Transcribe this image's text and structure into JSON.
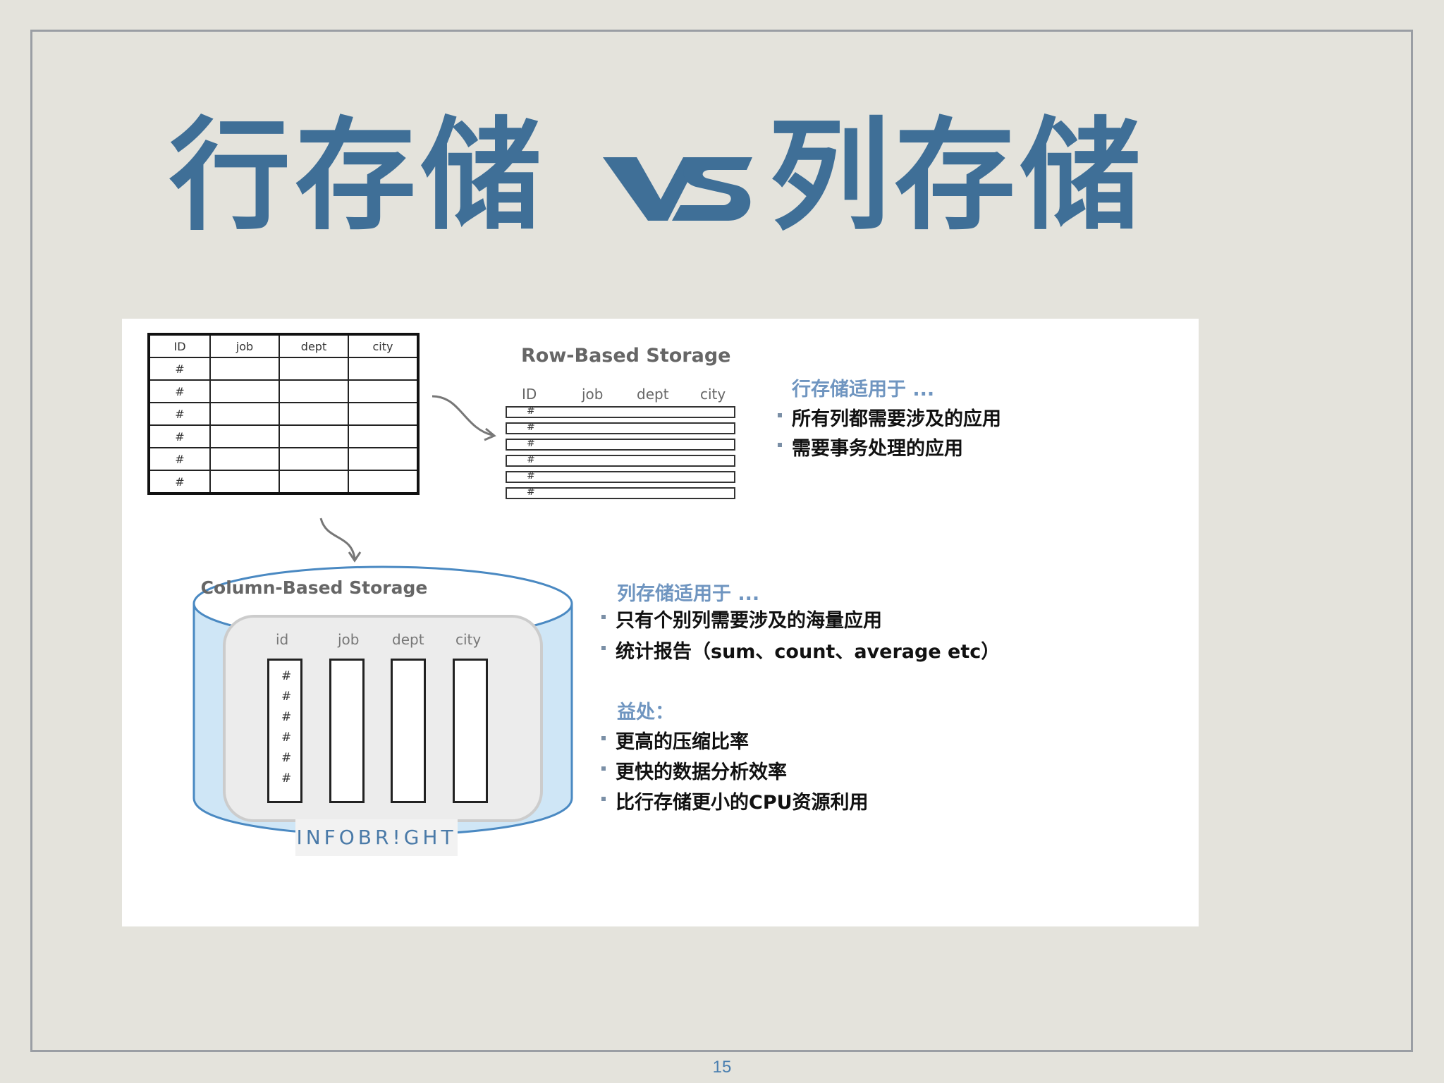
{
  "slide": {
    "title_left": "行存储",
    "title_right": "列存储",
    "vs_logo": "vs-logo",
    "page_number": "15"
  },
  "row_table": {
    "headers": [
      "ID",
      "job",
      "dept",
      "city"
    ],
    "rows": [
      "#",
      "#",
      "#",
      "#",
      "#",
      "#"
    ]
  },
  "row_based": {
    "title": "Row-Based Storage",
    "headers": [
      "ID",
      "job",
      "dept",
      "city"
    ],
    "rows": [
      "#",
      "#",
      "#",
      "#",
      "#",
      "#"
    ]
  },
  "row_notes": {
    "heading": "行存储适用于 ...",
    "items": [
      "所有列都需要涉及的应用",
      "需要事务处理的应用"
    ]
  },
  "column_based": {
    "title": "Column-Based Storage",
    "headers": [
      "id",
      "job",
      "dept",
      "city"
    ],
    "hashes": [
      "#",
      "#",
      "#",
      "#",
      "#",
      "#"
    ],
    "brand": "INFOBR!GHT"
  },
  "column_notes": {
    "heading": "列存储适用于 ...",
    "items": [
      "只有个别列需要涉及的海量应用",
      "统计报告（sum、count、average   etc）"
    ]
  },
  "benefits": {
    "heading": "益处：",
    "items": [
      "更高的压缩比率",
      "更快的数据分析效率",
      "比行存储更小的CPU资源利用"
    ]
  },
  "colors": {
    "title": "#3f6f97",
    "note_heading": "#6f95c0",
    "cylinder_fill": "#cfe6f6",
    "cylinder_stroke": "#4a89c2"
  }
}
